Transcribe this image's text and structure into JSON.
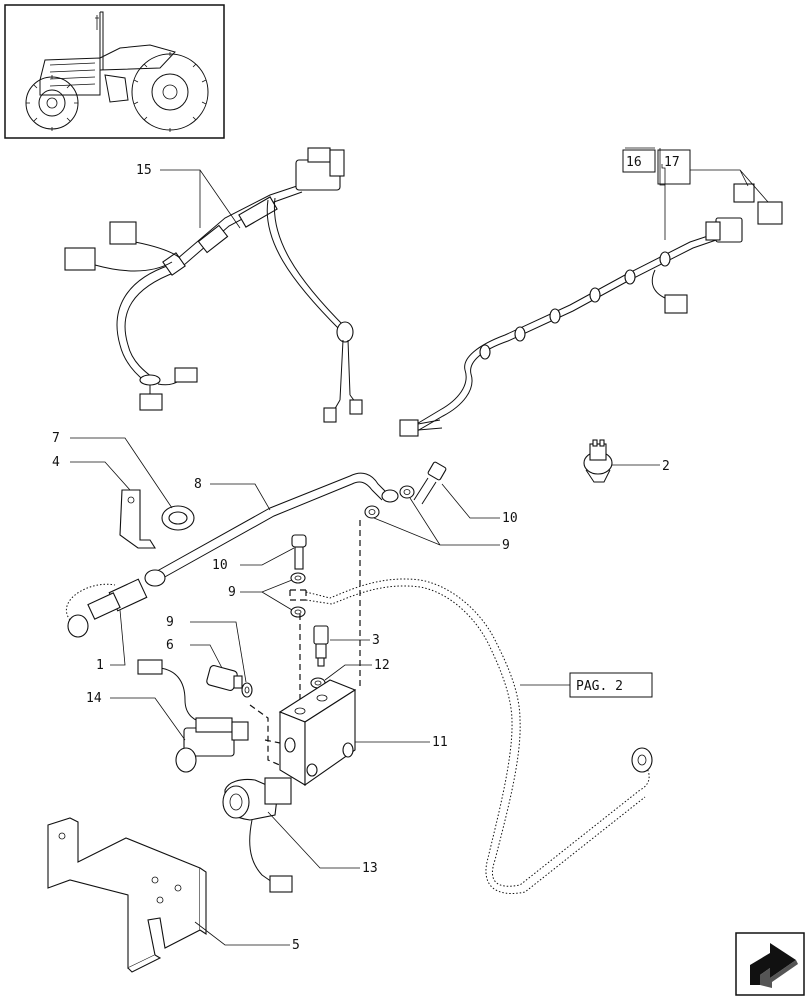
{
  "callouts": {
    "c1": "1",
    "c2": "2",
    "c3": "3",
    "c4": "4",
    "c5": "5",
    "c6": "6",
    "c7": "7",
    "c8": "8",
    "c9a": "9",
    "c9b": "9",
    "c9c": "9",
    "c10a": "10",
    "c10b": "10",
    "c11": "11",
    "c12": "12",
    "c13": "13",
    "c14": "14",
    "c15": "15",
    "c16": "16",
    "c17": "17"
  },
  "page_ref": "PAG. 2",
  "icons": {
    "thumbnail": "tractor-thumbnail-icon",
    "navigation": "next-page-arrow-icon"
  }
}
